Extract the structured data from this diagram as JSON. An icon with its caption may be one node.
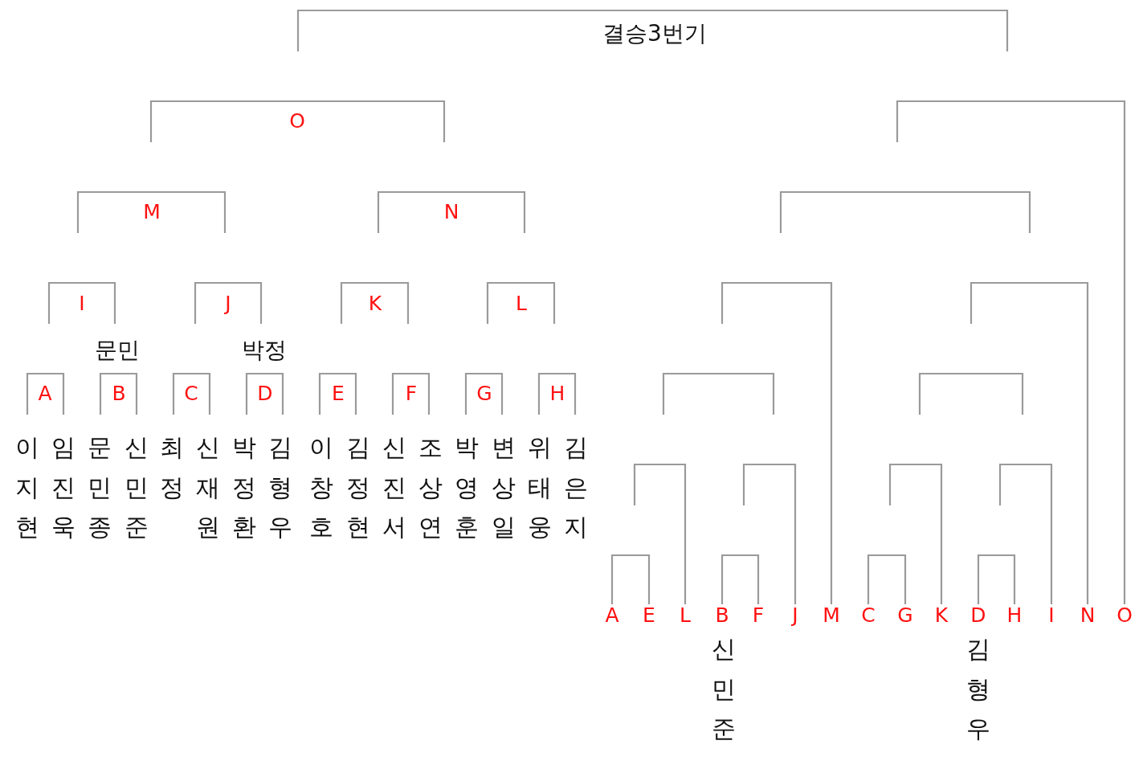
{
  "diagram": {
    "labels": [
      "결승3번기",
      "O",
      "M",
      "N",
      "I",
      "J",
      "K",
      "L",
      "문민",
      "박정",
      "A",
      "B",
      "C",
      "D",
      "E",
      "F",
      "G",
      "H",
      "이지현",
      "임진욱",
      "문민종",
      "신민준",
      "최정",
      "신재원",
      "박정환",
      "김형우",
      "이창호",
      "김정현",
      "신진서",
      "조상연",
      "박영훈",
      "변상일",
      "위태웅",
      "김은지",
      "A",
      "E",
      "L",
      "B",
      "F",
      "J",
      "M",
      "C",
      "G",
      "K",
      "D",
      "H",
      "I",
      "N",
      "O",
      "신민준",
      "김형우"
    ]
  }
}
